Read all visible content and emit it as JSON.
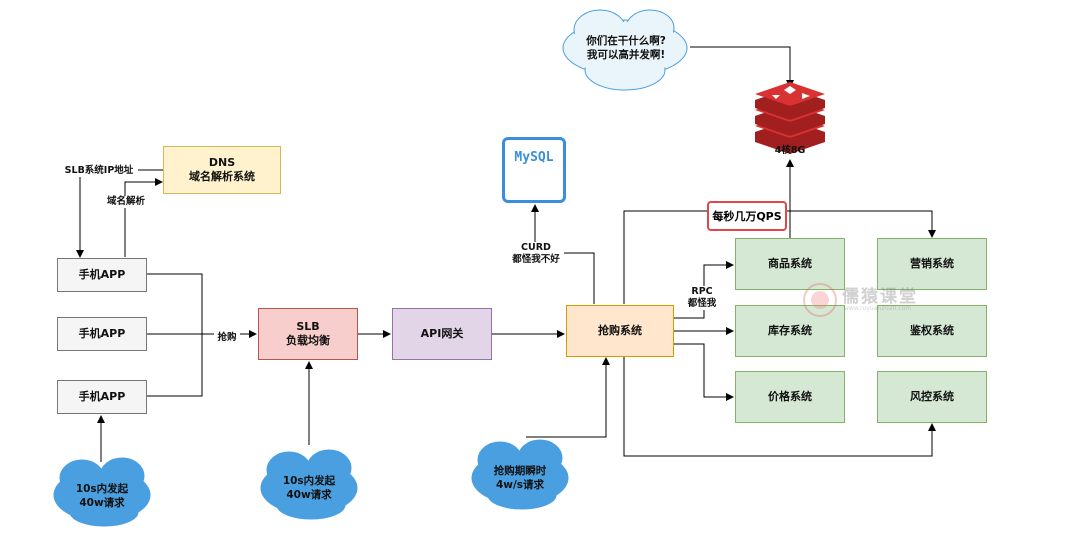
{
  "clients": {
    "app1": "手机APP",
    "app2": "手机APP",
    "app3": "手机APP"
  },
  "dns": {
    "line1": "DNS",
    "line2": "域名解析系统"
  },
  "slb": {
    "line1": "SLB",
    "line2": "负载均衡"
  },
  "api_gateway": "API网关",
  "flash_sale": "抢购系统",
  "services": {
    "product": "商品系统",
    "inventory": "库存系统",
    "price": "价格系统",
    "marketing": "营销系统",
    "auth": "鉴权系统",
    "risk": "风控系统"
  },
  "edge_labels": {
    "slb_ip": "SLB系统IP地址",
    "domain_resolve": "域名解析",
    "grab": "抢购",
    "curd_line1": "CURD",
    "curd_line2": "都怪我不好",
    "rpc_line1": "RPC",
    "rpc_line2": "都怪我",
    "qps": "每秒几万QPS"
  },
  "clouds": {
    "redis_cloud_line1": "你们在干什么啊?",
    "redis_cloud_line2": "我可以高并发啊!",
    "app_cloud_line1": "10s内发起",
    "app_cloud_line2": "40w请求",
    "slb_cloud_line1": "10s内发起",
    "slb_cloud_line2": "40w请求",
    "sale_cloud_line1": "抢购期瞬时",
    "sale_cloud_line2": "4w/s请求"
  },
  "mysql_logo": "MySQL",
  "redis_label": "4核8G",
  "watermark": {
    "title": "儒猿课堂",
    "url": "www.ruyuan2020.com"
  },
  "colors": {
    "cloud": "#4a9fe0",
    "arrow": "#000000",
    "mysql": "#3a8fd8",
    "redis": "#c62b2b",
    "qps_border": "#e04848"
  }
}
